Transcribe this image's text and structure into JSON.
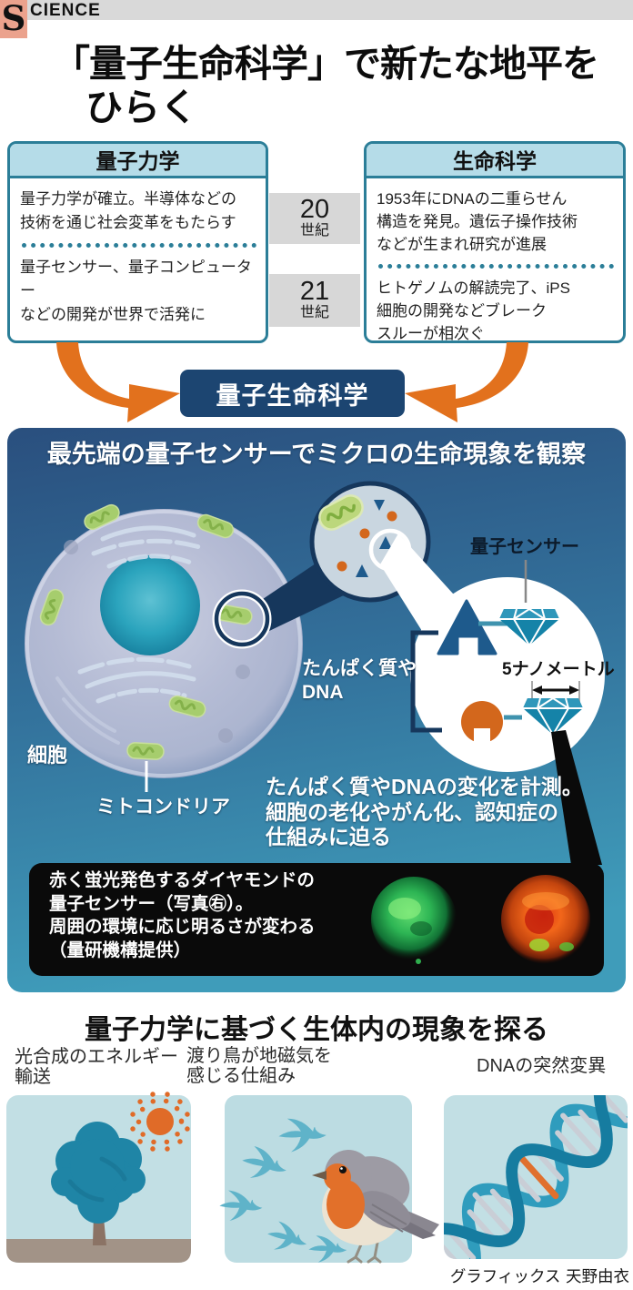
{
  "masthead": {
    "s": "S",
    "rest": "CIENCE"
  },
  "title": {
    "line1": "「量子生命科学」で新たな地平を",
    "line2": "ひらく"
  },
  "timeline": {
    "quantum_box": {
      "title": "量子力学",
      "era20": "量子力学が確立。半導体などの\n技術を通じ社会変革をもたらす",
      "era21": "量子センサー、量子コンピューター\nなどの開発が世界で活発に"
    },
    "life_box": {
      "title": "生命科学",
      "era20": "1953年にDNAの二重らせん\n構造を発見。遺伝子操作技術\nなどが生まれ研究が進展",
      "era21": "ヒトゲノムの解読完了、iPS\n細胞の開発などブレーク\nスルーが相次ぐ"
    },
    "century20": {
      "number": "20",
      "suffix": "世紀"
    },
    "century21": {
      "number": "21",
      "suffix": "世紀"
    }
  },
  "banner": {
    "label": "量子生命科学"
  },
  "observe": {
    "title": "最先端の量子センサーでミクロの生命現象を観察",
    "cell_label": "細胞",
    "mitochondria_label": "ミトコンドリア",
    "protein_dna_label": "たんぱく質や\nDNA",
    "sensor_label": "量子センサー",
    "scale_label": "5ナノメートル",
    "measure_text": "たんぱく質やDNAの変化を計測。\n細胞の老化やがん化、認知症の\n仕組みに迫る",
    "photo_caption": "赤く蛍光発色するダイヤモンドの\n量子センサー（写真㊨）。\n周囲の環境に応じ明るさが変わる\n（量研機構提供）"
  },
  "explore": {
    "title": "量子力学に基づく生体内の現象を探る",
    "panels": [
      {
        "label": "光合成のエネルギー\n輸送"
      },
      {
        "label": "渡り鳥が地磁気を\n感じる仕組み"
      },
      {
        "label": "DNAの突然変異"
      }
    ],
    "credit": "グラフィックス 天野由衣"
  },
  "colors": {
    "accent_orange": "#e2711d",
    "navy_banner": "#1c4571",
    "teal_border": "#2b7e98",
    "box_header_blue": "#b5dce8",
    "panel_gradient_top": "#2a4f7e",
    "panel_gradient_bottom": "#3f9cba",
    "diamond_teal": "#1583a8",
    "mitochondria_green": "#a6cd6d",
    "molecule_orange": "#d3671c"
  }
}
